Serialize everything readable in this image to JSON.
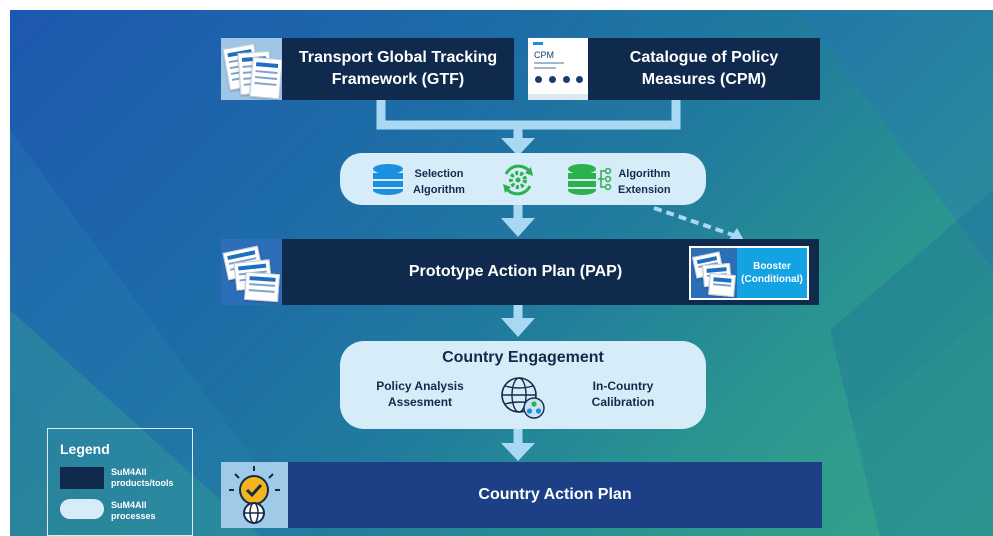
{
  "products": {
    "gtf": {
      "line1": "Transport Global Tracking",
      "line2": "Framework (GTF)"
    },
    "cpm": {
      "line1": "Catalogue of Policy",
      "line2": "Measures (CPM)",
      "thumb_label": "CPM"
    },
    "pap": {
      "label": "Prototype Action Plan (PAP)"
    },
    "booster": {
      "line1": "Booster",
      "line2": "(Conditional)"
    },
    "cap": {
      "label": "Country Action Plan"
    }
  },
  "algorithms": {
    "selection": {
      "line1": "Selection",
      "line2": "Algorithm"
    },
    "extension": {
      "line1": "Algorithm",
      "line2": "Extension"
    }
  },
  "engagement": {
    "title": "Country Engagement",
    "left": {
      "line1": "Policy Analysis",
      "line2": "Assesment"
    },
    "right": {
      "line1": "In-Country",
      "line2": "Calibration"
    }
  },
  "legend": {
    "title": "Legend",
    "products": {
      "line1": "SuM4All",
      "line2": "products/tools"
    },
    "processes": {
      "line1": "SuM4All",
      "line2": "processes"
    }
  },
  "colors": {
    "product_fill": "#102a4d",
    "cap_fill": "#1d3f86",
    "booster_fill": "#13a3e3",
    "process_fill": "#d6ecf8",
    "connector": "#a9d8f2",
    "icon_blue": "#1b8fe0",
    "icon_green": "#2bb24c"
  }
}
